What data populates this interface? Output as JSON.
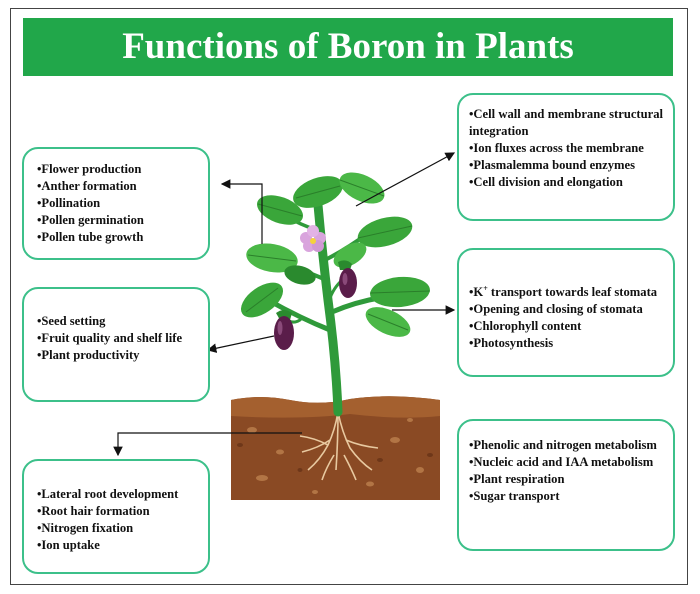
{
  "title": "Functions of Boron in Plants",
  "boxes": {
    "top_left": [
      "•Flower production",
      "•Anther formation",
      "•Pollination",
      "•Pollen germination",
      "•Pollen tube growth"
    ],
    "mid_left": [
      "•Seed setting",
      "•Fruit quality and shelf life",
      "•Plant productivity"
    ],
    "bottom_left": [
      "•Lateral root development",
      "•Root hair formation",
      "•Nitrogen fixation",
      "•Ion uptake"
    ],
    "top_right": [
      "•Cell wall and membrane structural integration",
      "•Ion fluxes across the membrane",
      "•Plasmalemma bound enzymes",
      "•Cell division and elongation"
    ],
    "mid_right": {
      "first_prefix": "•K",
      "first_sup": "+",
      "first_rest": " transport towards leaf stomata",
      "items": [
        "•Opening and closing of stomata",
        "•Chlorophyll content",
        "•Photosynthesis"
      ]
    },
    "bottom_right": [
      "•Phenolic and nitrogen metabolism",
      "•Nucleic acid and IAA metabolism",
      "•Plant respiration",
      "•Sugar transport"
    ]
  },
  "colors": {
    "banner": "#21a74a",
    "box_border": "#3cc08a",
    "leaf": "#3aa63a",
    "leaf_dark": "#2a7f2a",
    "stem": "#2f9a3a",
    "soil": "#8a4a24",
    "soil_top": "#9c5a2e",
    "eggplant": "#5a1d4a",
    "flower": "#d9a4dd"
  },
  "icons": [
    "plant-illustration",
    "eggplant-icon",
    "flower-icon",
    "arrow-icon"
  ]
}
